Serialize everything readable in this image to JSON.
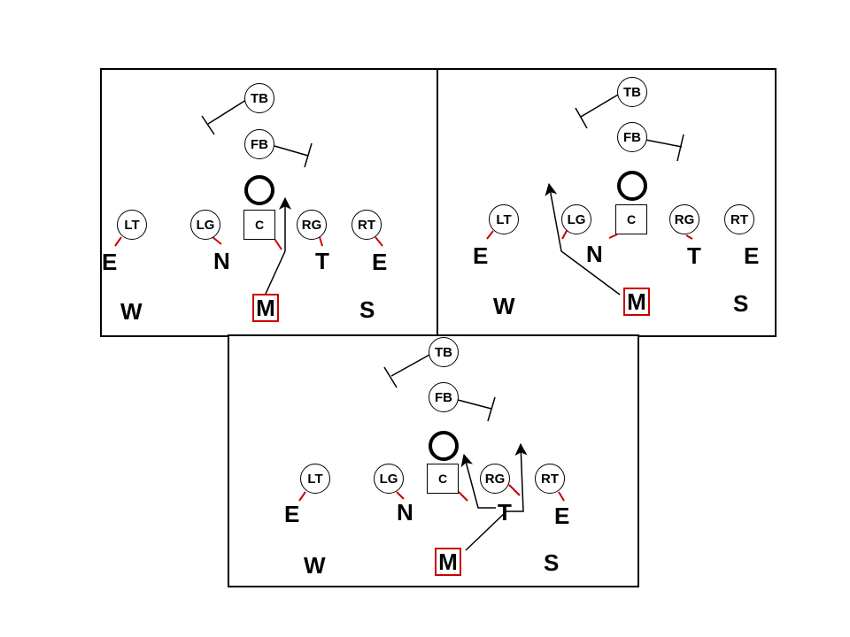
{
  "panels": [
    {
      "offense": {
        "tb": "TB",
        "fb": "FB",
        "lt": "LT",
        "lg": "LG",
        "c": "C",
        "rg": "RG",
        "rt": "RT"
      },
      "defense": {
        "e_left": "E",
        "n": "N",
        "t": "T",
        "e_right": "E",
        "w": "W",
        "m": "M",
        "s": "S"
      }
    },
    {
      "offense": {
        "tb": "TB",
        "fb": "FB",
        "lt": "LT",
        "lg": "LG",
        "c": "C",
        "rg": "RG",
        "rt": "RT"
      },
      "defense": {
        "e_left": "E",
        "n": "N",
        "t": "T",
        "e_right": "E",
        "w": "W",
        "m": "M",
        "s": "S"
      }
    },
    {
      "offense": {
        "tb": "TB",
        "fb": "FB",
        "lt": "LT",
        "lg": "LG",
        "c": "C",
        "rg": "RG",
        "rt": "RT"
      },
      "defense": {
        "e_left": "E",
        "n": "N",
        "t": "T",
        "e_right": "E",
        "w": "W",
        "m": "M",
        "s": "S"
      }
    }
  ],
  "colors": {
    "block_line": "#cc0000",
    "mike_box": "#cc0000",
    "route": "#000000"
  }
}
